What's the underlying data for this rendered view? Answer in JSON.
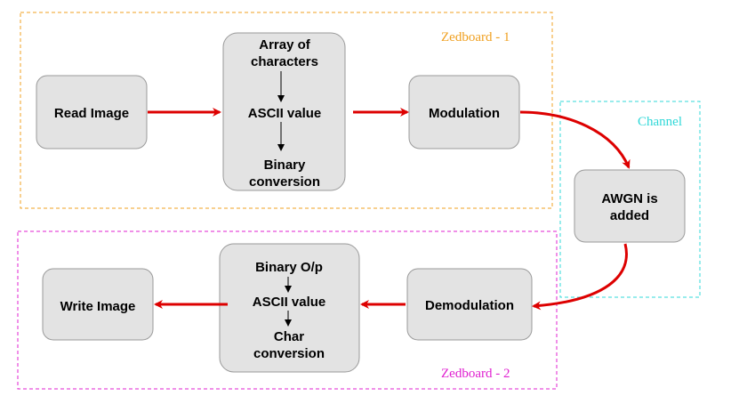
{
  "groups": {
    "zedboard1": {
      "label": "Zedboard - 1",
      "color": "#f0a020"
    },
    "channel": {
      "label": "Channel",
      "color": "#30d8d8"
    },
    "zedboard2": {
      "label": "Zedboard - 2",
      "color": "#e020d0"
    }
  },
  "nodes": {
    "read_image": {
      "label": "Read Image"
    },
    "tx_conversion": {
      "step1": [
        "Array of",
        "characters"
      ],
      "step2": [
        "ASCII value"
      ],
      "step3": [
        "Binary",
        "conversion"
      ]
    },
    "modulation": {
      "label": "Modulation"
    },
    "awgn": {
      "label": [
        "AWGN is",
        "added"
      ]
    },
    "demodulation": {
      "label": "Demodulation"
    },
    "rx_conversion": {
      "step1": [
        "Binary O/p"
      ],
      "step2": [
        "ASCII value"
      ],
      "step3": [
        "Char",
        "conversion"
      ]
    },
    "write_image": {
      "label": "Write Image"
    }
  },
  "colors": {
    "arrow": "#dd0000",
    "box_fill": "#e3e3e3",
    "box_stroke": "#9a9a9a"
  }
}
